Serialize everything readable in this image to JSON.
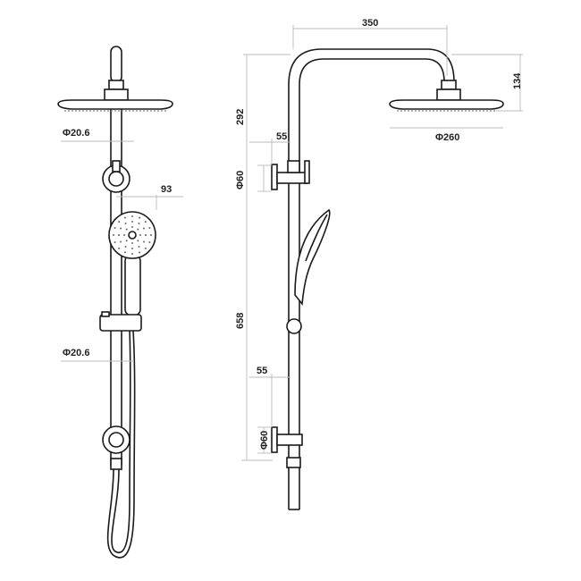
{
  "title": "Twin shower rail technical drawing",
  "front_view": {
    "rail_diameter_upper": "Φ20.6",
    "handshower_projection": "93",
    "rail_diameter_lower": "Φ20.6"
  },
  "side_view": {
    "arm_width": "350",
    "head_drop": "134",
    "head_diameter": "Φ260",
    "arm_to_bracket": "292",
    "upper_bracket_offset": "55",
    "upper_bracket_diameter": "Φ60",
    "bracket_spacing": "658",
    "lower_bracket_offset": "55",
    "lower_bracket_diameter": "Φ60"
  }
}
